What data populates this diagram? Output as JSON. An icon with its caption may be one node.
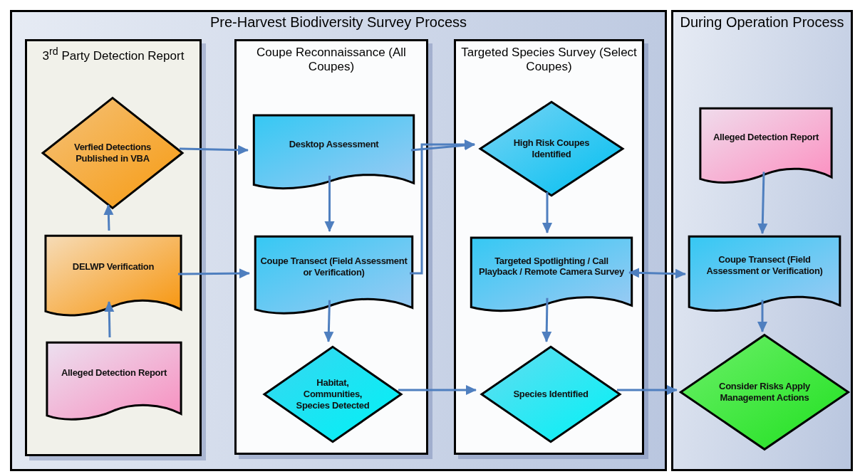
{
  "diagram": {
    "nodes": [
      {
        "text": [
          "Pre-Harvest Biodiversity Survey Process"
        ]
      },
      {
        "text": [
          "3$^{rd}$ Party Detection Report"
        ],
        "in": 0
      },
      {
        "text": [
          "Coupe Reconnaissance (All Coupes)"
        ],
        "in": 0
      },
      {
        "text": [
          "Targeted Species Survey (Select Coupes)"
        ],
        "in": 0
      },
      {
        "text": [
          "During Operation Process"
        ]
      },
      {
        "text": [
          "Verfied Detections Published in VBA"
        ],
        "in": 1
      },
      {
        "text": [
          "DELWP Verification"
        ],
        "in": 1
      },
      {
        "text": [
          "Alleged Detection Report"
        ],
        "in": 1
      },
      {
        "text": [
          "Desktop Assessment"
        ],
        "in": 2
      },
      {
        "text": [
          "Coupe Transect (Field Assessment or Verification)"
        ],
        "in": 2
      },
      {
        "text": [
          "Habitat, Communities, Species Detected"
        ],
        "in": 2
      },
      {
        "text": [
          "High Risk Coupes Identified"
        ],
        "in": 3
      },
      {
        "text": [
          "Targeted Spotlighting / Call Playback / Remote Camera Survey"
        ],
        "in": 3
      },
      {
        "text": [
          "Species Identified"
        ],
        "in": 3
      },
      {
        "text": [
          "Alleged Detection Report"
        ],
        "in": 4
      },
      {
        "text": [
          "Coupe Transect (Field Assessment or Verification)"
        ],
        "in": 4
      },
      {
        "text": [
          "Consider Risks Apply Management Actions"
        ],
        "in": 4
      }
    ],
    "edges": [
      {
        "from": 7,
        "to": 6,
        "arrow": "to"
      },
      {
        "from": 6,
        "to": 5,
        "arrow": "to"
      },
      {
        "from": 5,
        "to": 8,
        "arrow": "to"
      },
      {
        "from": 6,
        "to": 9,
        "arrow": "to"
      },
      {
        "from": 8,
        "to": 9,
        "arrow": "to"
      },
      {
        "from": 8,
        "to": 11,
        "arrow": "to"
      },
      {
        "from": 9,
        "to": 11,
        "arrow": "to"
      },
      {
        "from": 9,
        "to": 10,
        "arrow": "to"
      },
      {
        "from": 11,
        "to": 12,
        "arrow": "to"
      },
      {
        "from": 12,
        "to": 13,
        "arrow": "to"
      },
      {
        "from": 10,
        "to": 13,
        "arrow": "to"
      },
      {
        "from": 12,
        "to": 15,
        "arrow": "both"
      },
      {
        "from": 14,
        "to": 15,
        "arrow": "to"
      },
      {
        "from": 15,
        "to": 16,
        "arrow": "to"
      },
      {
        "from": 13,
        "to": 16,
        "arrow": "to"
      }
    ]
  }
}
